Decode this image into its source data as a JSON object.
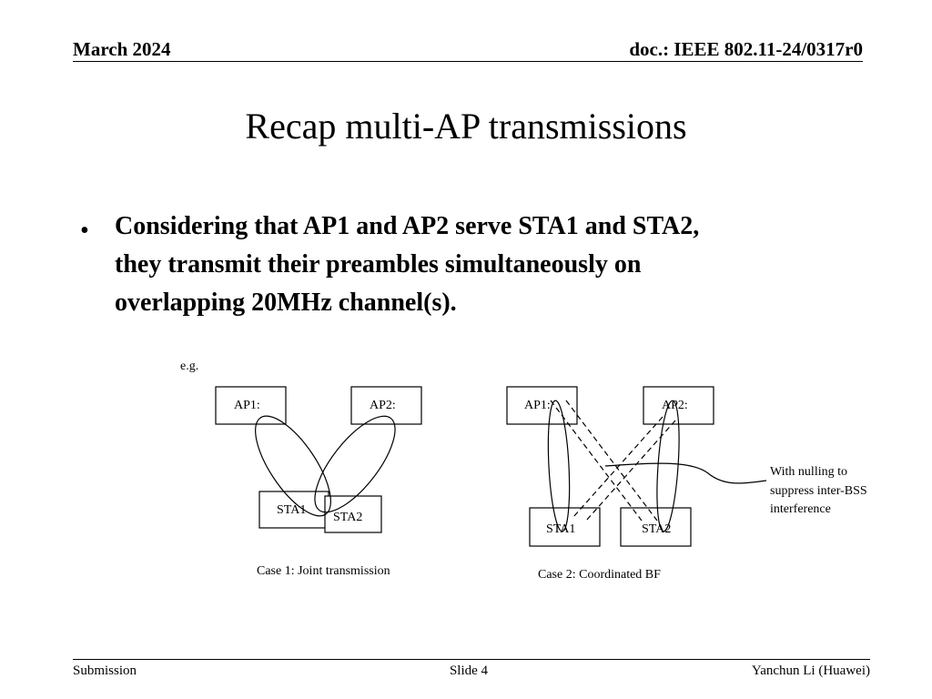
{
  "header": {
    "date": "March 2024",
    "doc_id": "doc.: IEEE 802.11-24/0317r0"
  },
  "title": "Recap multi-AP transmissions",
  "bullet": {
    "glyph": "•",
    "lines": [
      "Considering that AP1 and AP2 serve STA1 and STA2,",
      "they transmit their preambles simultaneously on",
      "overlapping 20MHz channel(s)."
    ]
  },
  "diagram": {
    "eg_label": "e.g.",
    "case1": {
      "ap1": "AP1:",
      "ap2": "AP2:",
      "sta1": "STA1",
      "sta2": "STA2",
      "caption": "Case 1: Joint transmission"
    },
    "case2": {
      "ap1": "AP1:",
      "ap2": "AP2:",
      "sta1": "STA1",
      "sta2": "STA2",
      "caption": "Case 2: Coordinated BF"
    },
    "annotation_lines": [
      "With nulling to",
      "suppress inter-BSS",
      "interference"
    ]
  },
  "footer": {
    "left": "Submission",
    "center": "Slide 4",
    "right": "Yanchun Li (Huawei)"
  }
}
